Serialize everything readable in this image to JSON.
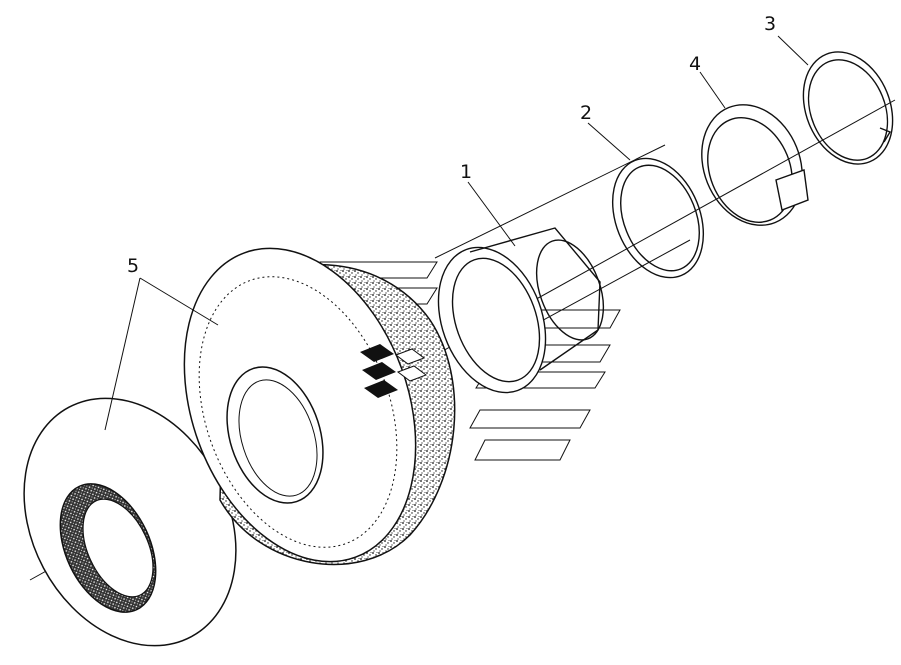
{
  "diagram": {
    "parts": [
      {
        "id": "1",
        "label": "1"
      },
      {
        "id": "2",
        "label": "2"
      },
      {
        "id": "3",
        "label": "3"
      },
      {
        "id": "4",
        "label": "4"
      },
      {
        "id": "5",
        "label": "5"
      }
    ]
  },
  "colors": {
    "ink": "#111111",
    "background": "#ffffff"
  }
}
